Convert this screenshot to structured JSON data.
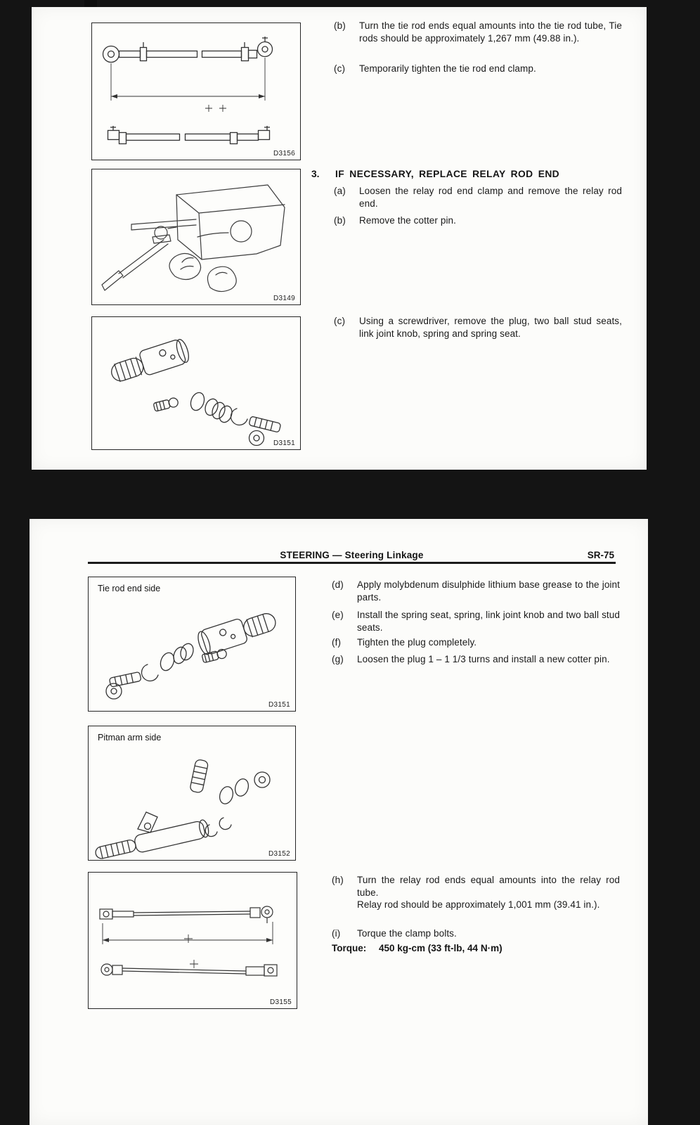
{
  "theme": {
    "canvas_bg": "#141414",
    "page_bg": "#fcfcfa",
    "text_color": "#1a1a1a",
    "line_color": "#333333"
  },
  "top_page": {
    "item_b": {
      "label": "(b)",
      "text": "Turn the tie rod ends equal amounts into the tie rod tube, Tie rods should be approximately 1,267 mm (49.88 in.)."
    },
    "item_c": {
      "label": "(c)",
      "text": "Temporarily tighten the tie rod end clamp."
    },
    "section3": {
      "number": "3.",
      "title": "IF NECESSARY, REPLACE RELAY ROD END"
    },
    "item_3a": {
      "label": "(a)",
      "text": "Loosen the relay rod end clamp and remove the relay rod end."
    },
    "item_3b": {
      "label": "(b)",
      "text": "Remove the cotter pin."
    },
    "item_3c": {
      "label": "(c)",
      "text": "Using a screwdriver, remove the plug, two ball stud seats, link joint knob, spring and spring seat."
    },
    "fig_tie_rods": {
      "code": "D3156"
    },
    "fig_workbench": {
      "code": "D3149"
    },
    "fig_exploded": {
      "code": "D3151"
    }
  },
  "bottom_page": {
    "header": {
      "title": "STEERING  —  Steering Linkage",
      "page_number": "SR-75"
    },
    "fig_tie_rod_end": {
      "label": "Tie rod end side",
      "code": "D3151"
    },
    "fig_pitman_arm": {
      "label": "Pitman arm side",
      "code": "D3152"
    },
    "fig_relay_rod": {
      "code": "D3155"
    },
    "item_d": {
      "label": "(d)",
      "text": "Apply molybdenum disulphide lithium base grease to the joint parts."
    },
    "item_e": {
      "label": "(e)",
      "text": "Install the spring seat, spring, link joint knob and two ball stud seats."
    },
    "item_f": {
      "label": "(f)",
      "text": "Tighten the plug completely."
    },
    "item_g": {
      "label": "(g)",
      "text": "Loosen the plug 1 – 1 1/3 turns and install a new cotter pin."
    },
    "item_h": {
      "label": "(h)",
      "text": "Turn the relay rod ends equal amounts into the relay rod tube.",
      "text2": "Relay rod should be approximately 1,001 mm (39.41 in.)."
    },
    "item_i": {
      "label": "(i)",
      "text": "Torque the clamp bolts."
    },
    "torque": {
      "label": "Torque:",
      "value": "450 kg-cm (33 ft-lb, 44 N·m)"
    }
  }
}
